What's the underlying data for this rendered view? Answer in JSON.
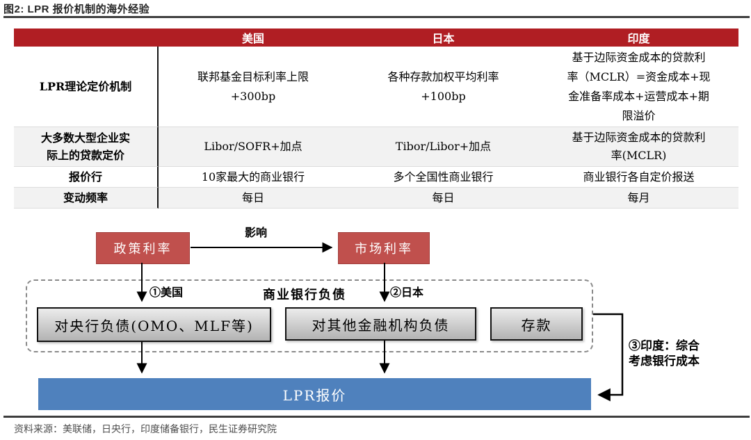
{
  "figure": {
    "title": "图2: LPR 报价机制的海外经验",
    "source": "资料来源：美联储，日央行，印度储备银行，民生证券研究院"
  },
  "colors": {
    "table_header_red": "#b01e23",
    "diagram_box_red": "#c0504d",
    "lpr_blue": "#4f81bd",
    "alt_row_gray": "#f2f2f2"
  },
  "table": {
    "headers": [
      "",
      "美国",
      "日本",
      "印度"
    ],
    "rows": [
      {
        "label": [
          "LPR理论定价机制"
        ],
        "cells": [
          [
            "联邦基金目标利率上限",
            "+300bp"
          ],
          [
            "各种存款加权平均利率",
            "+100bp"
          ],
          [
            "基于边际资金成本的贷款利",
            "率（MCLR）=资金成本+现",
            "金准备率成本+运营成本+期",
            "限溢价"
          ]
        ]
      },
      {
        "label": [
          "大多数大型企业实",
          "际上的贷款定价"
        ],
        "cells": [
          [
            "Libor/SOFR+加点"
          ],
          [
            "Tibor/Libor+加点"
          ],
          [
            "基于边际资金成本的贷款利",
            "率(MCLR)"
          ]
        ]
      },
      {
        "label": [
          "报价行"
        ],
        "cells": [
          [
            "10家最大的商业银行"
          ],
          [
            "多个全国性商业银行"
          ],
          [
            "商业银行各自定价报送"
          ]
        ]
      },
      {
        "label": [
          "变动频率"
        ],
        "cells": [
          [
            "每日"
          ],
          [
            "每日"
          ],
          [
            "每月"
          ]
        ]
      }
    ]
  },
  "diagram": {
    "policy_rate": "政策利率",
    "market_rate": "市场利率",
    "influence_label": "影响",
    "us_path_label": "①美国",
    "jp_path_label": "②日本",
    "bank_liabilities_label": "商业银行负债",
    "box_central_bank": "对央行负债(OMO、MLF等)",
    "box_other_fin": "对其他金融机构负债",
    "box_deposit": "存款",
    "india_note": [
      "③印度：综合",
      "考虑银行成本"
    ],
    "lpr_quote": "LPR报价"
  }
}
